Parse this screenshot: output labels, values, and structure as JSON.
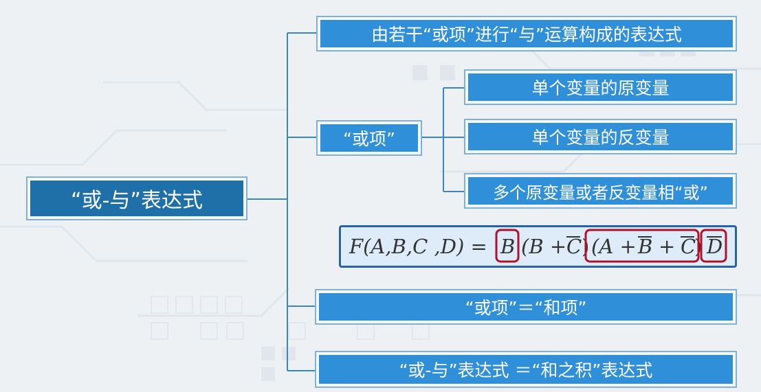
{
  "root": {
    "label": "“或-与”表达式"
  },
  "branches": {
    "definition": "由若干“或项”进行“与”运算构成的表达式",
    "or_term": "“或项”",
    "or_term_children": [
      "单个变量的原变量",
      "单个变量的反变量",
      "多个原变量或者反变量相“或”"
    ],
    "equivalence": "“或项”＝“和项”",
    "equivalence2": "“或-与”表达式 ＝“和之积”表达式"
  },
  "formula": {
    "lhs": "F(A,B,C ,D) =",
    "term1": "B",
    "term2_open": "(B +",
    "term2_bar": "C",
    "term2_close": ")",
    "term3_open": "(A +",
    "term3_bar1": "B",
    "term3_plus": "+",
    "term3_bar2": "C",
    "term3_close": ")",
    "term4_bar": "D"
  },
  "colors": {
    "node_fill": "#2f8fd8",
    "root_fill": "#1f6fa8",
    "connector": "#3a86c4",
    "highlight": "#b0122a",
    "formula_border": "#2a62a8"
  }
}
